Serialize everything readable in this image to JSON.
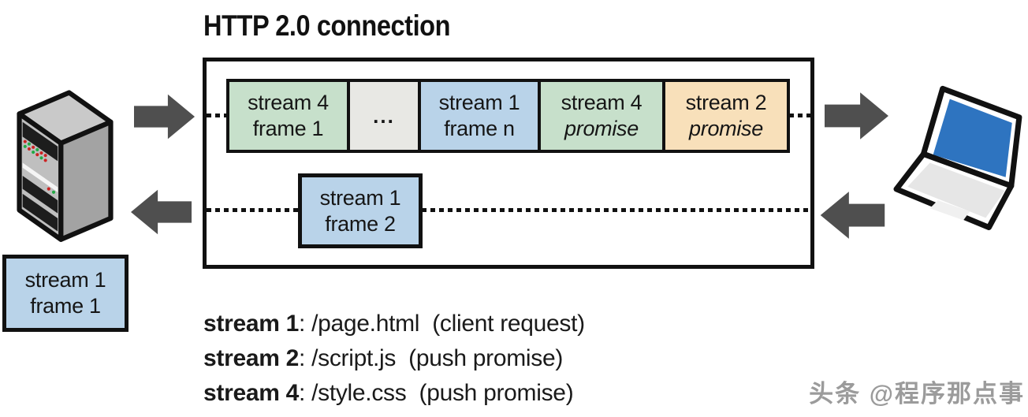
{
  "title": "HTTP 2.0 connection",
  "connection": {
    "frames_row": [
      {
        "line1": "stream 4",
        "line2": "frame 1",
        "fill": "frame_green",
        "line2_italic": false
      },
      {
        "label": "...",
        "fill": "frame_gray"
      },
      {
        "line1": "stream 1",
        "line2": "frame n",
        "fill": "frame_blue",
        "line2_italic": false
      },
      {
        "line1": "stream 4",
        "line2": "promise",
        "fill": "frame_green",
        "line2_italic": true
      },
      {
        "line1": "stream 2",
        "line2": "promise",
        "fill": "frame_tan",
        "line2_italic": true
      }
    ],
    "response_frame": {
      "line1": "stream 1",
      "line2": "frame 2",
      "fill": "frame_blue"
    },
    "delivered_frame": {
      "line1": "stream 1",
      "line2": "frame 1",
      "fill": "frame_blue"
    }
  },
  "legend": {
    "lines": [
      {
        "label": "stream 1",
        "rest": ": /page.html  (client request)"
      },
      {
        "label": "stream 2",
        "rest": ": /script.js  (push promise)"
      },
      {
        "label": "stream 4",
        "rest": ": /style.css  (push promise)"
      }
    ]
  },
  "icons": {
    "server": "server-icon",
    "laptop": "laptop-icon",
    "arrow_right": "arrow-right-icon",
    "arrow_left": "arrow-left-icon"
  },
  "watermark": "头条 @程序那点事",
  "colors": {
    "frame_green": "#c7e0cb",
    "frame_blue": "#b9d3e9",
    "frame_tan": "#f8e0ba",
    "frame_gray": "#e8e8e4",
    "outline": "#111111",
    "arrow": "#4f4f4f",
    "laptop_screen": "#2e74c0",
    "watermark_gray": "#9b9b9b"
  }
}
